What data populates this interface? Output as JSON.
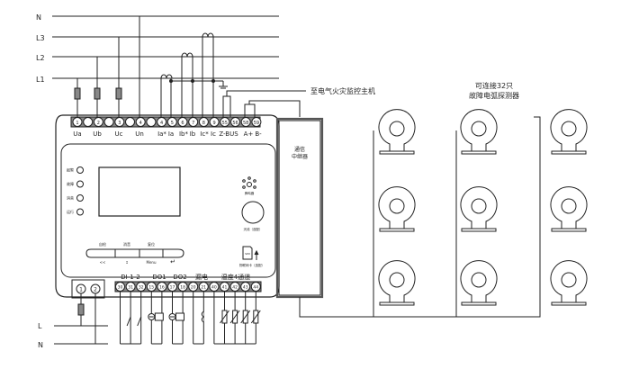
{
  "power_lines": {
    "top": [
      {
        "id": "N",
        "label": "N"
      },
      {
        "id": "L3",
        "label": "L3"
      },
      {
        "id": "L2",
        "label": "L2"
      },
      {
        "id": "L1",
        "label": "L1"
      }
    ],
    "bottom": [
      {
        "id": "L",
        "label": "L"
      },
      {
        "id": "N",
        "label": "N"
      }
    ]
  },
  "top_terminals": {
    "numbers": [
      "1",
      "",
      "2",
      "",
      "3",
      "",
      "4",
      "",
      "4",
      "5",
      "6",
      "7",
      "8",
      "9",
      "55",
      "56",
      "58",
      "59"
    ],
    "labels": [
      "Ua",
      "Ub",
      "Uc",
      "Un",
      "Ia*",
      "Ia",
      "Ib*",
      "Ib",
      "Ic*",
      "Ic",
      "Z-BUS",
      "A+",
      "B-"
    ]
  },
  "power_terminals": {
    "numbers": [
      "1",
      "2"
    ]
  },
  "bottom_terminals": {
    "numbers": [
      "30",
      "31",
      "32",
      "15",
      "16",
      "17",
      "18",
      "20",
      "21",
      "40",
      "41",
      "42",
      "43",
      "44"
    ],
    "groups": [
      "DI-1-2",
      "DO1",
      "DO2",
      "漏电",
      "温度4通道"
    ]
  },
  "device": {
    "indicators": [
      {
        "label": "报警"
      },
      {
        "label": "故障"
      },
      {
        "label": "消音"
      },
      {
        "label": "运行"
      }
    ],
    "buzzer_label": "蜂鸣器",
    "antenna_label": "天线（选配）",
    "sim_label": "物联网卡（选配）",
    "sim_card_text": "SIM",
    "buttons": [
      {
        "top_label": "自检",
        "bottom_label": "<<"
      },
      {
        "top_label": "消音",
        "bottom_label": "↕"
      },
      {
        "top_label": "复位",
        "bottom_label": "Menu"
      },
      {
        "top_label": "",
        "bottom_label": "↵"
      }
    ]
  },
  "annotations": {
    "host": "至电气火灾监控主机",
    "repeater_line1": "通信",
    "repeater_line2": "中继器",
    "detectors_line1": "可连接32只",
    "detectors_line2": "故障电弧探测器"
  },
  "detectors": {
    "columns": 3,
    "rows": 3
  }
}
